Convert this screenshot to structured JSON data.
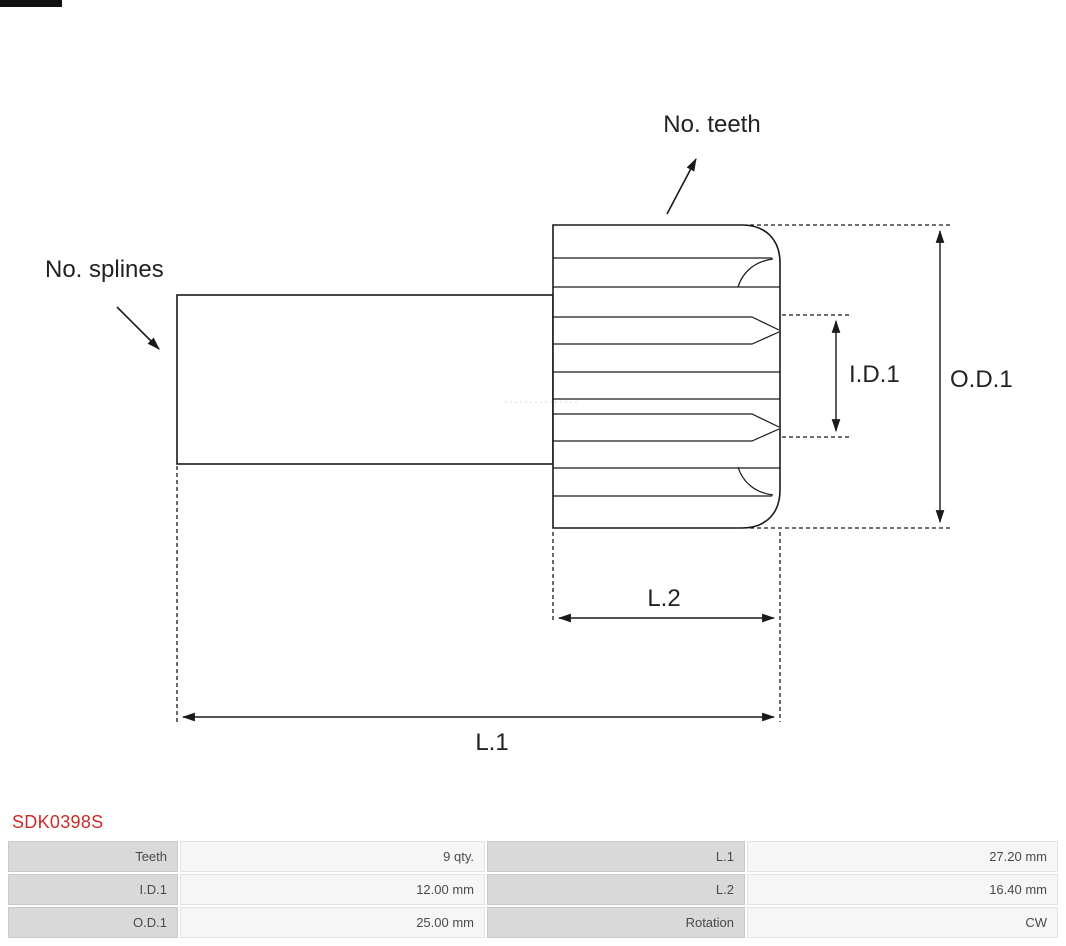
{
  "part_number": "SDK0398S",
  "diagram": {
    "labels": {
      "no_teeth": "No. teeth",
      "no_splines": "No. splines",
      "id1": "I.D.1",
      "od1": "O.D.1",
      "l2": "L.2",
      "l1": "L.1"
    }
  },
  "specs": {
    "rows": [
      [
        "Teeth",
        "9 qty.",
        "L.1",
        "27.20 mm"
      ],
      [
        "I.D.1",
        "12.00 mm",
        "L.2",
        "16.40 mm"
      ],
      [
        "O.D.1",
        "25.00 mm",
        "Rotation",
        "CW"
      ]
    ]
  },
  "colors": {
    "line": "#1a1a1a",
    "part_number_red": "#cc2b2b",
    "table_label_bg": "#d9d9d9",
    "table_value_bg": "#f6f6f6",
    "table_text": "#4a4a4a"
  }
}
